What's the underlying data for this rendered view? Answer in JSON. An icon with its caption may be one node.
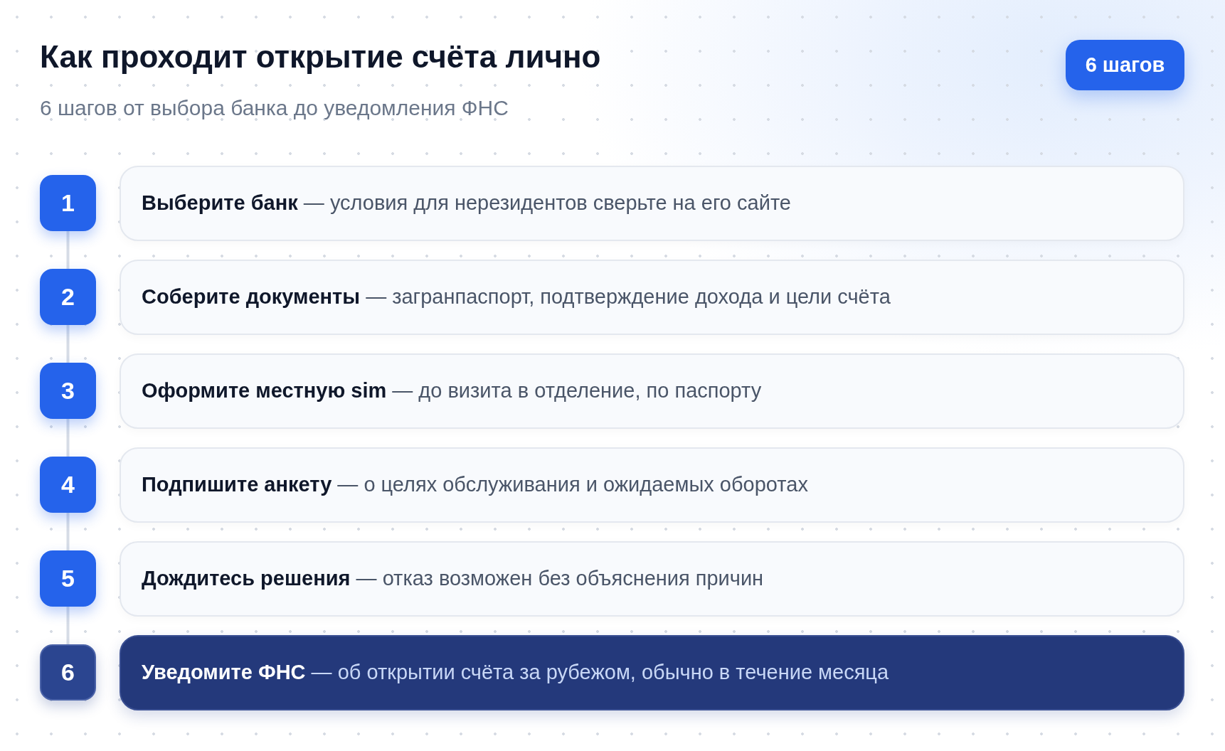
{
  "diagram": {
    "title": "Как проходит открытие счёта лично",
    "nodes": [
      {
        "text": [
          "6 шагов"
        ]
      },
      {
        "text": [
          "1"
        ]
      },
      {
        "text": [
          "**Выберите банк** — условия для нерезидентов сверьте на его сайте"
        ]
      },
      {
        "text": [
          "2"
        ]
      },
      {
        "text": [
          "**Соберите документы** — загранпаспорт, подтверждение дохода и цели счёта"
        ]
      },
      {
        "text": [
          "3"
        ]
      },
      {
        "text": [
          "**Оформите местную sim** — до визита в отделение, по паспорту"
        ]
      },
      {
        "text": [
          "4"
        ]
      },
      {
        "text": [
          "**Подпишите анкету** — о целях обслуживания и ожидаемых оборотах"
        ]
      },
      {
        "text": [
          "5"
        ]
      },
      {
        "text": [
          "**Дождитесь решения** — отказ возможен без объяснения причин"
        ]
      },
      {
        "text": [
          "6"
        ]
      },
      {
        "text": [
          "**Уведомите ФНС** — об открытии счёта за рубежом, обычно в течение месяца"
        ]
      }
    ],
    "edges": [
      {
        "from": 1,
        "to": 3,
        "arrow": "none"
      },
      {
        "from": 3,
        "to": 5,
        "arrow": "none"
      },
      {
        "from": 5,
        "to": 7,
        "arrow": "none"
      },
      {
        "from": 7,
        "to": 9,
        "arrow": "none"
      },
      {
        "from": 9,
        "to": 11,
        "arrow": "none"
      }
    ],
    "labels": [
      "6 шагов от выбора банка до уведомления ФНС"
    ]
  }
}
